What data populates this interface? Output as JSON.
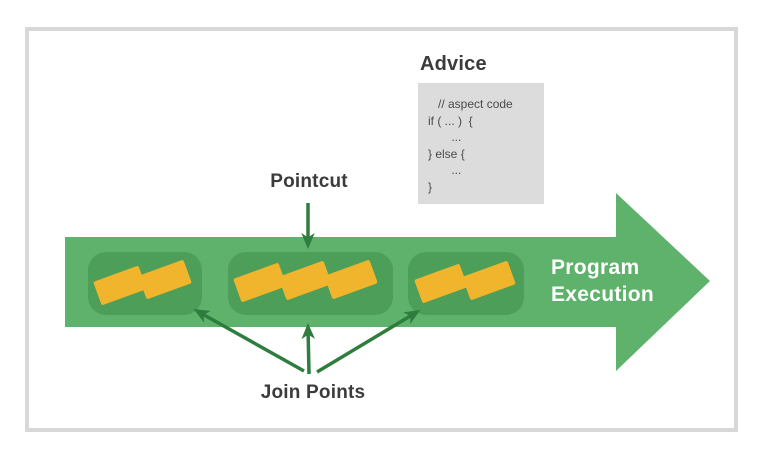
{
  "diagram": {
    "title_context": "Aspect-oriented programming concepts",
    "advice": {
      "title": "Advice",
      "code_lines": [
        "   // aspect code",
        "if ( ... )  {",
        "       ...",
        "} else {",
        "       ...",
        "}"
      ]
    },
    "pointcut": {
      "label": "Pointcut"
    },
    "join_points": {
      "label": "Join Points",
      "counts_per_group": [
        2,
        3,
        2
      ]
    },
    "program_execution": {
      "label": "Program Execution"
    },
    "colors": {
      "band_green": "#5fb26b",
      "group_green": "#4c9e59",
      "block_yellow": "#f0b42d",
      "arrow_green": "#2e7d3e",
      "label_dark": "#3b3b3b",
      "code_text": "#4a4a4a",
      "advice_box_gray": "#dcdcdc",
      "frame_border_gray": "#d8d8d8"
    }
  }
}
